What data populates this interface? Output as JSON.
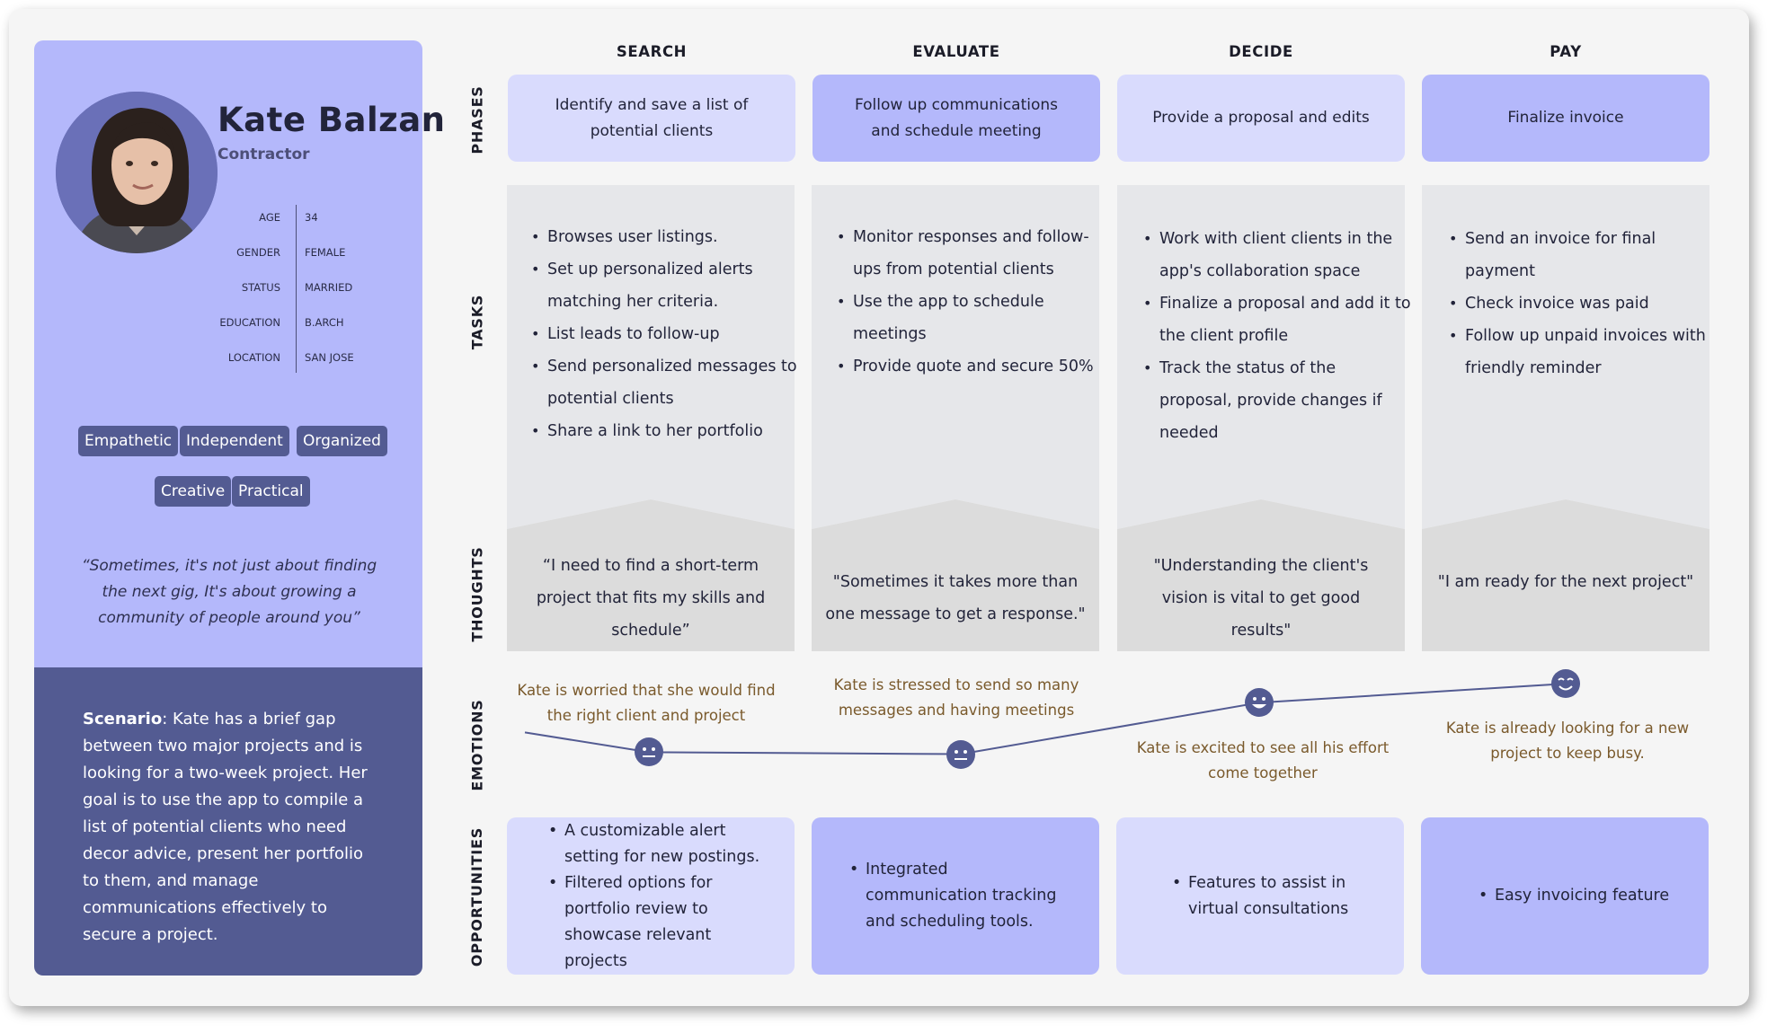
{
  "persona": {
    "name": "Kate Balzan",
    "role": "Contractor",
    "facts": [
      {
        "label": "AGE",
        "value": "34"
      },
      {
        "label": "GENDER",
        "value": "FEMALE"
      },
      {
        "label": "STATUS",
        "value": "MARRIED"
      },
      {
        "label": "EDUCATION",
        "value": "B.ARCH"
      },
      {
        "label": "LOCATION",
        "value": "SAN JOSE"
      }
    ],
    "traits": [
      "Empathetic",
      "Independent",
      "Organized",
      "Creative",
      "Practical"
    ],
    "quote": "“Sometimes, it's not just about finding the next gig, It's about  growing a community of people around you”",
    "scenario_label": "Scenario",
    "scenario_text": ": Kate has a brief gap between two major projects and is looking for a two-week project. Her goal is to use the app to compile a list of potential clients who need decor advice, present her portfolio to them, and manage communications effectively to secure a project."
  },
  "row_labels": [
    "PHASES",
    "TASKS",
    "THOUGHTS",
    "EMOTIONS",
    "OPPORTUNITIES"
  ],
  "stages": [
    {
      "title": "SEARCH",
      "phase": "Identify and save a list of potential clients",
      "tasks": [
        "Browses user listings.",
        "Set up personalized alerts matching her criteria.",
        "List  leads to follow-up",
        "Send personalized messages to potential clients",
        "Share a link to her portfolio"
      ],
      "thought": "“I need to find a short-term project that fits my skills and schedule”",
      "emotion": "Kate is worried that she would find the right client and project",
      "emotion_level": 0.1,
      "emotion_icon": "neutral-face-icon",
      "opportunities": [
        "A customizable alert setting for new postings.",
        "Filtered options for portfolio review to showcase relevant projects"
      ]
    },
    {
      "title": "EVALUATE",
      "phase": "Follow up communications and schedule meeting",
      "tasks": [
        "Monitor responses and follow-ups from potential clients",
        "Use the app to schedule meetings",
        "Provide quote and secure 50%"
      ],
      "thought": "\"Sometimes it takes more than one message to get a response.\"",
      "emotion": "Kate is stressed to send so many messages and having meetings",
      "emotion_level": 0.08,
      "emotion_icon": "neutral-face-icon",
      "opportunities": [
        "Integrated communication tracking and scheduling tools."
      ]
    },
    {
      "title": "DECIDE",
      "phase": "Provide a proposal and edits",
      "tasks": [
        "Work with client clients in the app's collaboration space",
        "Finalize a proposal and add it to the client profile",
        "Track the status of the proposal, provide changes if needed"
      ],
      "thought": "\"Understanding the client's vision is vital to get good results\"",
      "emotion": "Kate is excited to see all his effort come together",
      "emotion_level": 0.62,
      "emotion_icon": "grin-face-icon",
      "opportunities": [
        "Features to assist in virtual consultations"
      ]
    },
    {
      "title": "PAY",
      "phase": "Finalize invoice",
      "tasks": [
        "Send an invoice for final payment",
        "Check invoice was paid",
        "Follow up unpaid invoices with friendly reminder"
      ],
      "thought": "\"I am ready for the next project\"",
      "emotion": "Kate is already looking for a new project to keep busy.",
      "emotion_level": 0.82,
      "emotion_icon": "smile-face-icon",
      "opportunities": [
        "Easy invoicing feature"
      ]
    }
  ],
  "colors": {
    "lavender_dark": "#b4b8fb",
    "lavender_light": "#d9dbfd",
    "navy": "#535b92",
    "task_gray": "#e6e7ea",
    "thought_gray": "#dcdcdc",
    "emotion_text": "#7a5a2c"
  }
}
